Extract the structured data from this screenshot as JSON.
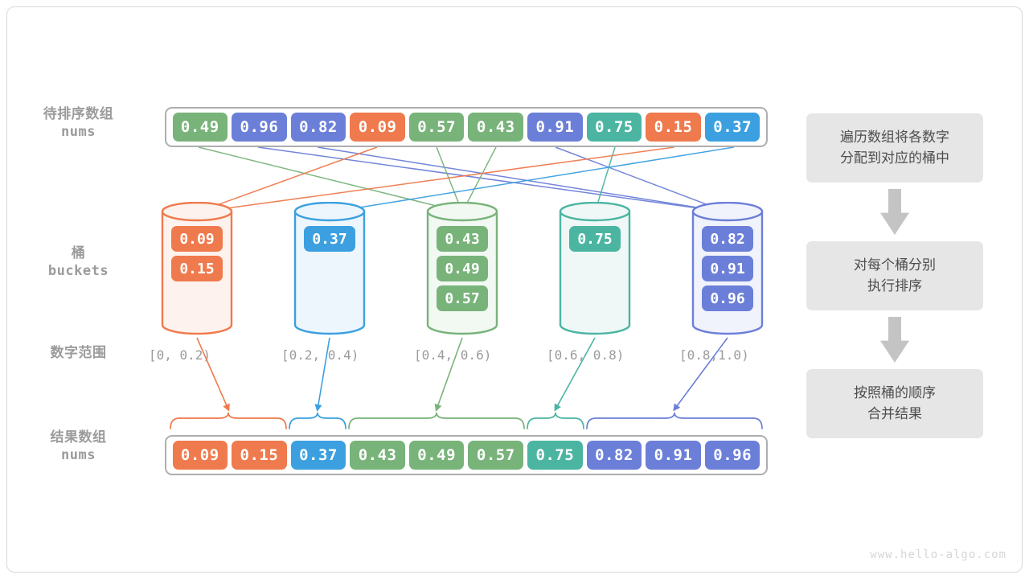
{
  "diagram": {
    "title": "bucket-sort",
    "watermark": "www.hello-algo.com"
  },
  "colors": {
    "orange": "#ef7a4d",
    "blue": "#3ca0e0",
    "green": "#78b37a",
    "teal": "#4bb5a2",
    "purple": "#6c7fd8",
    "gray_border": "#aeaeae",
    "label_gray": "#9b9b9b",
    "flow_bg": "#e6e6e6",
    "flow_text": "#4d4d4d",
    "arrow_gray": "#c4c4c4"
  },
  "rows": {
    "input_label": {
      "cn": "待排序数组",
      "en": "nums"
    },
    "buckets_label": {
      "cn": "桶",
      "en": "buckets"
    },
    "range_label": {
      "cn": "数字范围",
      "en": ""
    },
    "result_label": {
      "cn": "结果数组",
      "en": "nums"
    }
  },
  "input_array": {
    "name": "nums",
    "cells": [
      {
        "value": "0.49",
        "color": "#78b37a",
        "bucket": 2
      },
      {
        "value": "0.96",
        "color": "#6c7fd8",
        "bucket": 4
      },
      {
        "value": "0.82",
        "color": "#6c7fd8",
        "bucket": 4
      },
      {
        "value": "0.09",
        "color": "#ef7a4d",
        "bucket": 0
      },
      {
        "value": "0.57",
        "color": "#78b37a",
        "bucket": 2
      },
      {
        "value": "0.43",
        "color": "#78b37a",
        "bucket": 2
      },
      {
        "value": "0.91",
        "color": "#6c7fd8",
        "bucket": 4
      },
      {
        "value": "0.75",
        "color": "#4bb5a2",
        "bucket": 3
      },
      {
        "value": "0.15",
        "color": "#ef7a4d",
        "bucket": 0
      },
      {
        "value": "0.37",
        "color": "#3ca0e0",
        "bucket": 1
      }
    ]
  },
  "buckets": [
    {
      "index": 0,
      "range": "[0, 0.2)",
      "color": "#ef7a4d",
      "fill": "#fdf2ed",
      "items": [
        "0.09",
        "0.15"
      ]
    },
    {
      "index": 1,
      "range": "[0.2, 0.4)",
      "color": "#3ca0e0",
      "fill": "#edf6fc",
      "items": [
        "0.37"
      ]
    },
    {
      "index": 2,
      "range": "[0.4, 0.6)",
      "color": "#78b37a",
      "fill": "#f2f8f2",
      "items": [
        "0.43",
        "0.49",
        "0.57"
      ]
    },
    {
      "index": 3,
      "range": "[0.6, 0.8)",
      "color": "#4bb5a2",
      "fill": "#eff8f6",
      "items": [
        "0.75"
      ]
    },
    {
      "index": 4,
      "range": "[0.8,1.0)",
      "color": "#6c7fd8",
      "fill": "#f1f3fc",
      "items": [
        "0.82",
        "0.91",
        "0.96"
      ]
    }
  ],
  "result_array": {
    "name": "nums",
    "cells": [
      {
        "value": "0.09",
        "color": "#ef7a4d",
        "bucket": 0
      },
      {
        "value": "0.15",
        "color": "#ef7a4d",
        "bucket": 0
      },
      {
        "value": "0.37",
        "color": "#3ca0e0",
        "bucket": 1
      },
      {
        "value": "0.43",
        "color": "#78b37a",
        "bucket": 2
      },
      {
        "value": "0.49",
        "color": "#78b37a",
        "bucket": 2
      },
      {
        "value": "0.57",
        "color": "#78b37a",
        "bucket": 2
      },
      {
        "value": "0.75",
        "color": "#4bb5a2",
        "bucket": 3
      },
      {
        "value": "0.82",
        "color": "#6c7fd8",
        "bucket": 4
      },
      {
        "value": "0.91",
        "color": "#6c7fd8",
        "bucket": 4
      },
      {
        "value": "0.96",
        "color": "#6c7fd8",
        "bucket": 4
      }
    ]
  },
  "flow": {
    "steps": [
      {
        "line1": "遍历数组将各数字",
        "line2": "分配到对应的桶中"
      },
      {
        "line1": "对每个桶分别",
        "line2": "执行排序"
      },
      {
        "line1": "按照桶的顺序",
        "line2": "合并结果"
      }
    ],
    "arrow": "down-arrow"
  }
}
